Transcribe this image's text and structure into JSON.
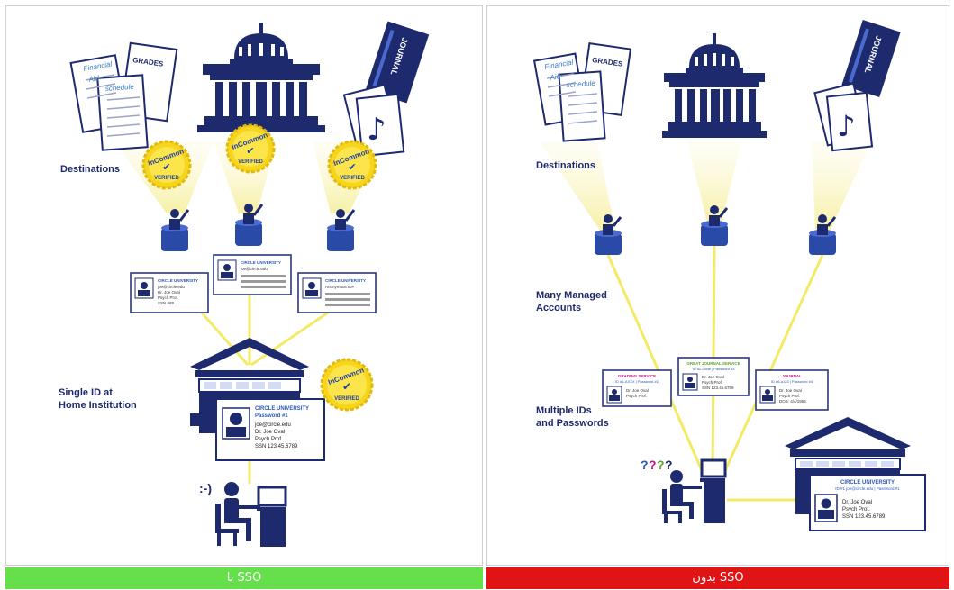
{
  "left": {
    "destinations_label": "Destinations",
    "single_id_label_1": "Single ID at",
    "single_id_label_2": "Home Institution",
    "badge_text_1": "InCommon",
    "badge_text_2": "VERIFIED",
    "doc_labels": {
      "grades": "GRADES",
      "financial": "Financial",
      "aid": "Aid",
      "schedule": "schedule",
      "journal": "JOURNAL"
    },
    "cards": [
      {
        "title": "CIRCLE UNIVERSITY",
        "lines": [
          "joe@circle.edu",
          "Dr. Joe Oval",
          "Psych Prof.",
          "SSN ###"
        ]
      },
      {
        "title": "CIRCLE UNIVERSITY",
        "lines": [
          "joe@circle.edu"
        ]
      },
      {
        "title": "CIRCLE UNIVERSITY",
        "lines": [
          "Anonymous ID#"
        ]
      }
    ],
    "home_card": {
      "title": "CIRCLE UNIVERSITY",
      "subtitle": "Password #1",
      "lines": [
        "joe@circle.edu",
        "Dr. Joe Oval",
        "Psych Prof.",
        "SSN 123.45.6789"
      ]
    },
    "smiley": ":-)"
  },
  "right": {
    "destinations_label": "Destinations",
    "accounts_label_1": "Many Managed",
    "accounts_label_2": "Accounts",
    "ids_label_1": "Multiple IDs",
    "ids_label_2": "and Passwords",
    "doc_labels": {
      "grades": "GRADES",
      "financial": "Financial",
      "aid": "Aid",
      "schedule": "schedule",
      "journal": "JOURNAL"
    },
    "cards": [
      {
        "title": "GRADING SERVICE",
        "subtitle": "ID #1-AXXX | Password #2",
        "lines": [
          "Dr. Joe Oval",
          "Psych Prof."
        ]
      },
      {
        "title": "GREAT JOURNAL SERVICE",
        "subtitle": "ID #2-Local | Password #3",
        "lines": [
          "Dr. Joe Oval",
          "Psych Prof.",
          "SSN 123.45.6789"
        ]
      },
      {
        "title": "JOURNAL",
        "subtitle": "ID #6-a123 | Password #4",
        "lines": [
          "Dr. Joe Oval",
          "Psych Prof.",
          "DOB: 4/4/1955"
        ]
      }
    ],
    "home_card": {
      "title": "CIRCLE UNIVERSITY",
      "subtitle": "ID #1 joe@circle.edu | Password #1",
      "lines": [
        "Dr. Joe Oval",
        "Psych Prof.",
        "SSN 123.45.6789"
      ]
    },
    "question": "????"
  },
  "captions": {
    "with_sso": "با SSO",
    "without_sso": "بدون SSO"
  },
  "colors": {
    "navy": "#1e2a6e",
    "yellow_line": "#f3ea66",
    "badge": "#f6d51d",
    "green": "#66e04a",
    "red": "#e01414"
  }
}
